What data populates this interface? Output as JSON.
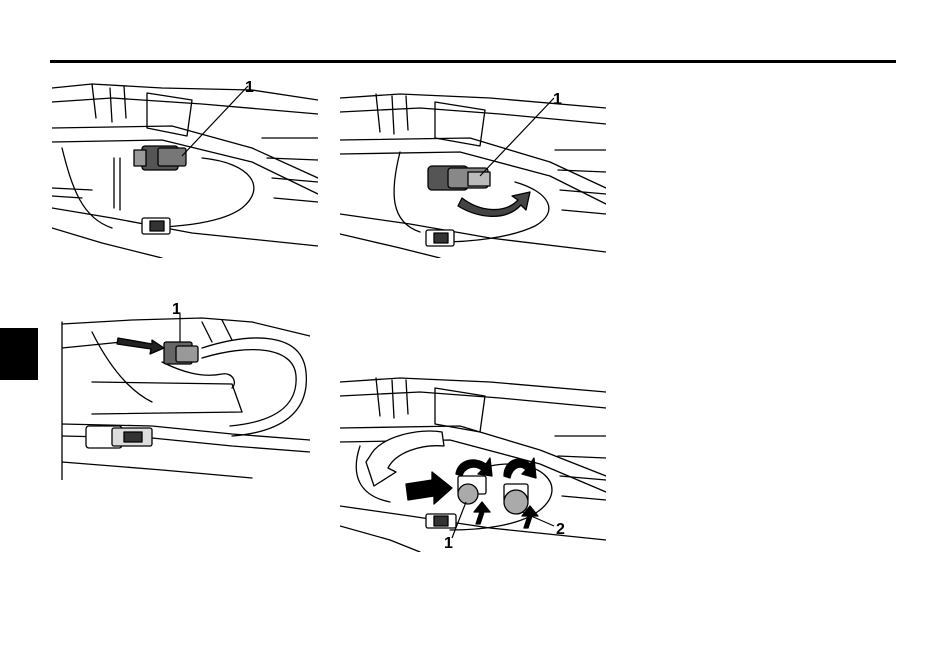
{
  "figures": {
    "fig1": {
      "callouts": [
        "1"
      ]
    },
    "fig2": {
      "callouts": [
        "1"
      ]
    },
    "fig3": {
      "callouts": [
        "1"
      ]
    },
    "fig4": {
      "callouts": [
        "1",
        "2"
      ]
    }
  }
}
